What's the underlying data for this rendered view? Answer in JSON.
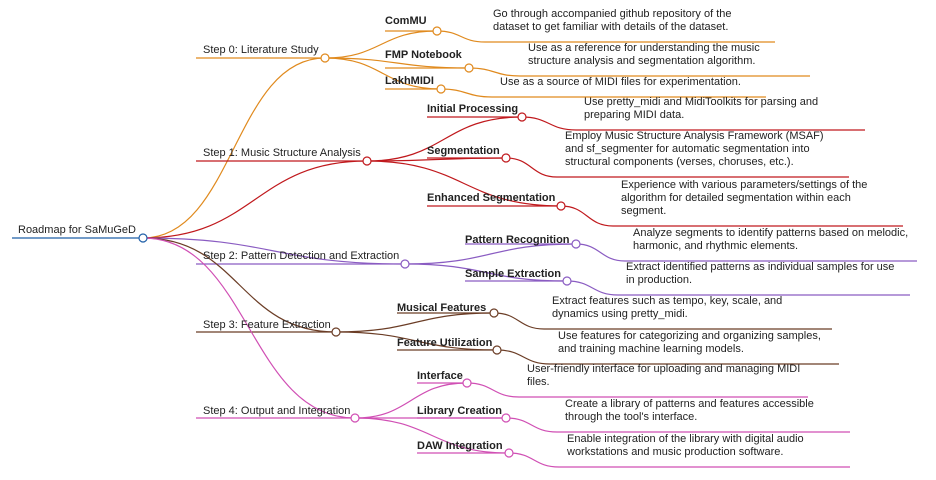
{
  "root": {
    "label": "Roadmap for SaMuGeD",
    "color": "#1f5fa8"
  },
  "steps": [
    {
      "label": "Step 0: Literature Study",
      "color": "#e08a1e",
      "children": [
        {
          "label": "ComMU",
          "desc": [
            "Go through accompanied github repository of the",
            "dataset to get familiar with details of the dataset."
          ]
        },
        {
          "label": "FMP Notebook",
          "desc": [
            "Use as a reference for understanding the music",
            "structure analysis and segmentation algorithm."
          ]
        },
        {
          "label": "LakhMIDI",
          "desc": [
            "Use as a source of MIDI files for experimentation."
          ]
        }
      ]
    },
    {
      "label": "Step 1: Music Structure Analysis",
      "color": "#c0191d",
      "children": [
        {
          "label": "Initial Processing",
          "desc": [
            "Use pretty_midi and MidiToolkits for parsing and",
            "preparing MIDI data."
          ]
        },
        {
          "label": "Segmentation",
          "desc": [
            "Employ Music Structure Analysis Framework (MSAF)",
            "and sf_segmenter for automatic segmentation into",
            "structural components (verses, choruses, etc.)."
          ]
        },
        {
          "label": "Enhanced Segmentation",
          "desc": [
            "Experience with various parameters/settings of the",
            "algorithm for detailed segmentation within each",
            "segment."
          ]
        }
      ]
    },
    {
      "label": "Step 2: Pattern Detection and Extraction",
      "color": "#8a5cc2",
      "children": [
        {
          "label": "Pattern Recognition",
          "desc": [
            "Analyze segments to identify patterns based on melodic,",
            "harmonic, and rhythmic elements."
          ]
        },
        {
          "label": "Sample Extraction",
          "desc": [
            "Extract identified patterns as individual samples for use",
            "in production."
          ]
        }
      ]
    },
    {
      "label": "Step 3: Feature Extraction",
      "color": "#6b3d26",
      "children": [
        {
          "label": "Musical Features",
          "desc": [
            "Extract features such as tempo, key, scale, and",
            "dynamics using pretty_midi."
          ]
        },
        {
          "label": "Feature Utilization",
          "desc": [
            "Use features for categorizing and organizing samples,",
            "and training machine learning models."
          ]
        }
      ]
    },
    {
      "label": "Step 4: Output and Integration",
      "color": "#d04fb4",
      "children": [
        {
          "label": "Interface",
          "desc": [
            "User-friendly interface for uploading and managing MIDI",
            "files."
          ]
        },
        {
          "label": "Library Creation",
          "desc": [
            "Create a library of patterns and features accessible",
            "through the tool's interface."
          ]
        },
        {
          "label": "DAW Integration",
          "desc": [
            "Enable integration of the library with digital audio",
            "workstations and music production software."
          ]
        }
      ]
    }
  ]
}
